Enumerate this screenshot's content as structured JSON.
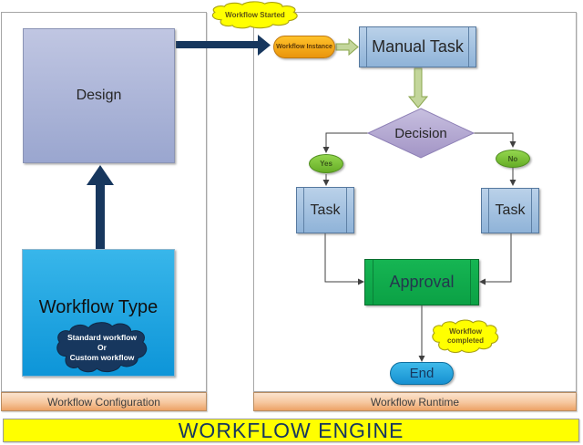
{
  "title": "WORKFLOW ENGINE",
  "configuration": {
    "panel_label": "Workflow Configuration",
    "design": "Design",
    "workflow_type": "Workflow Type",
    "type_cloud": [
      "Standard workflow",
      "Or",
      "Custom workflow"
    ]
  },
  "runtime": {
    "panel_label": "Workflow Runtime",
    "started_cloud": "Workflow Started",
    "instance": "Workflow Instance",
    "manual_task": "Manual Task",
    "decision": "Decision",
    "yes": "Yes",
    "no": "No",
    "task_left": "Task",
    "task_right": "Task",
    "approval": "Approval",
    "completed_cloud": [
      "Workflow",
      "completed"
    ],
    "end": "End"
  },
  "colors": {
    "title_bg": "#ffff00",
    "title_text": "#17375e",
    "navy_arrow": "#17375e",
    "green_arrow_fill": "#c3d69b",
    "green_arrow_stroke": "#8aa64e",
    "task_blue": "#a6c4e2",
    "approval_green": "#10ab4b",
    "decision_purple": "#b3a6d0",
    "yes_no_green": "#7cc63f",
    "instance_orange": "#f6a21d",
    "end_blue": "#2aa9e0",
    "workflow_type_cyan": "#1ca6e0",
    "cloud_yellow": "#ffff00",
    "type_cloud_navy": "#17375e",
    "label_bar_peach": "#f2b584"
  }
}
